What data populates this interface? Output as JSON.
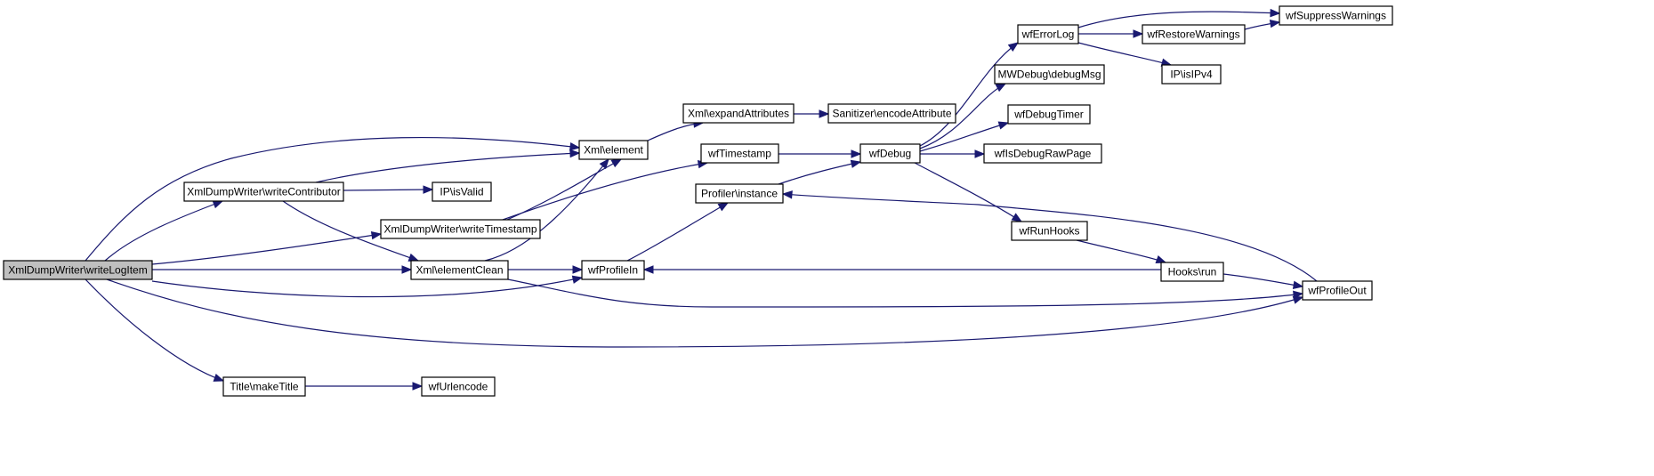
{
  "graph": {
    "nodes": [
      {
        "id": "n_writeLogItem",
        "label": "XmlDumpWriter\\writeLogItem",
        "root": true
      },
      {
        "id": "n_element",
        "label": "Xml\\element"
      },
      {
        "id": "n_writeContributor",
        "label": "XmlDumpWriter\\writeContributor"
      },
      {
        "id": "n_writeTimestamp",
        "label": "XmlDumpWriter\\writeTimestamp"
      },
      {
        "id": "n_elementClean",
        "label": "Xml\\elementClean"
      },
      {
        "id": "n_wfProfileIn",
        "label": "wfProfileIn"
      },
      {
        "id": "n_wfProfileOut",
        "label": "wfProfileOut"
      },
      {
        "id": "n_makeTitle",
        "label": "Title\\makeTitle"
      },
      {
        "id": "n_expandAttributes",
        "label": "Xml\\expandAttributes"
      },
      {
        "id": "n_encodeAttribute",
        "label": "Sanitizer\\encodeAttribute"
      },
      {
        "id": "n_isValid",
        "label": "IP\\isValid"
      },
      {
        "id": "n_wfTimestamp",
        "label": "wfTimestamp"
      },
      {
        "id": "n_profilerInstance",
        "label": "Profiler\\instance"
      },
      {
        "id": "n_wfDebug",
        "label": "wfDebug"
      },
      {
        "id": "n_wfErrorLog",
        "label": "wfErrorLog"
      },
      {
        "id": "n_debugMsg",
        "label": "MWDebug\\debugMsg"
      },
      {
        "id": "n_wfDebugTimer",
        "label": "wfDebugTimer"
      },
      {
        "id": "n_wfIsDebugRawPage",
        "label": "wfIsDebugRawPage"
      },
      {
        "id": "n_wfRunHooks",
        "label": "wfRunHooks"
      },
      {
        "id": "n_hooksRun",
        "label": "Hooks\\run"
      },
      {
        "id": "n_wfRestoreWarnings",
        "label": "wfRestoreWarnings"
      },
      {
        "id": "n_wfSuppressWarnings",
        "label": "wfSuppressWarnings"
      },
      {
        "id": "n_isIPv4",
        "label": "IP\\isIPv4"
      },
      {
        "id": "n_wfUrlencode",
        "label": "wfUrlencode"
      }
    ],
    "edges": [
      {
        "from": "n_writeLogItem",
        "to": "n_element"
      },
      {
        "from": "n_writeLogItem",
        "to": "n_writeContributor"
      },
      {
        "from": "n_writeLogItem",
        "to": "n_writeTimestamp"
      },
      {
        "from": "n_writeLogItem",
        "to": "n_elementClean"
      },
      {
        "from": "n_writeLogItem",
        "to": "n_wfProfileIn"
      },
      {
        "from": "n_writeLogItem",
        "to": "n_wfProfileOut"
      },
      {
        "from": "n_writeLogItem",
        "to": "n_makeTitle"
      },
      {
        "from": "n_writeContributor",
        "to": "n_element"
      },
      {
        "from": "n_writeContributor",
        "to": "n_isValid"
      },
      {
        "from": "n_writeContributor",
        "to": "n_elementClean"
      },
      {
        "from": "n_writeTimestamp",
        "to": "n_element"
      },
      {
        "from": "n_writeTimestamp",
        "to": "n_wfTimestamp"
      },
      {
        "from": "n_elementClean",
        "to": "n_element"
      },
      {
        "from": "n_elementClean",
        "to": "n_wfProfileIn"
      },
      {
        "from": "n_elementClean",
        "to": "n_wfProfileOut"
      },
      {
        "from": "n_element",
        "to": "n_expandAttributes"
      },
      {
        "from": "n_expandAttributes",
        "to": "n_encodeAttribute"
      },
      {
        "from": "n_wfTimestamp",
        "to": "n_wfDebug"
      },
      {
        "from": "n_profilerInstance",
        "to": "n_wfDebug"
      },
      {
        "from": "n_wfProfileIn",
        "to": "n_profilerInstance"
      },
      {
        "from": "n_wfProfileOut",
        "to": "n_profilerInstance"
      },
      {
        "from": "n_wfDebug",
        "to": "n_wfErrorLog"
      },
      {
        "from": "n_wfDebug",
        "to": "n_debugMsg"
      },
      {
        "from": "n_wfDebug",
        "to": "n_wfDebugTimer"
      },
      {
        "from": "n_wfDebug",
        "to": "n_wfIsDebugRawPage"
      },
      {
        "from": "n_wfDebug",
        "to": "n_wfRunHooks"
      },
      {
        "from": "n_wfErrorLog",
        "to": "n_wfSuppressWarnings"
      },
      {
        "from": "n_wfErrorLog",
        "to": "n_wfRestoreWarnings"
      },
      {
        "from": "n_wfErrorLog",
        "to": "n_isIPv4"
      },
      {
        "from": "n_wfRestoreWarnings",
        "to": "n_wfSuppressWarnings"
      },
      {
        "from": "n_wfRunHooks",
        "to": "n_hooksRun"
      },
      {
        "from": "n_hooksRun",
        "to": "n_wfProfileIn"
      },
      {
        "from": "n_hooksRun",
        "to": "n_wfProfileOut"
      },
      {
        "from": "n_makeTitle",
        "to": "n_wfUrlencode"
      }
    ]
  },
  "colors": {
    "edge": "#191970",
    "node_border": "#000000",
    "node_fill": "#ffffff",
    "root_fill": "#bfbfbf"
  }
}
